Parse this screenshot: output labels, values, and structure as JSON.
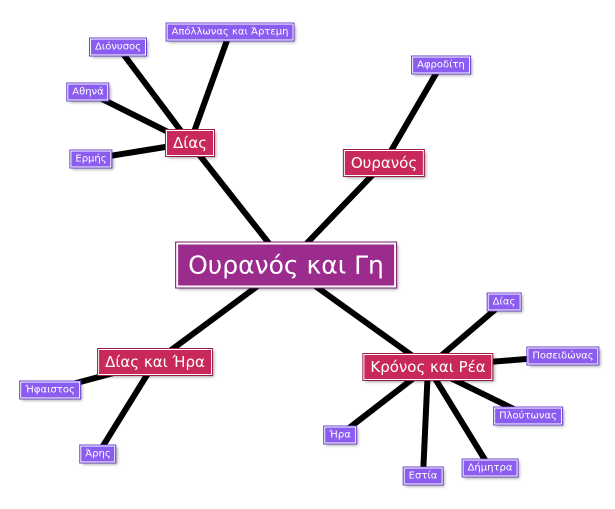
{
  "diagram": {
    "root": {
      "label": "Ουρανός και Γη"
    },
    "branches": [
      {
        "label": "Δίας",
        "children": [
          "Απόλλωνας και Άρτεμη",
          "Διόνυσος",
          "Αθηνά",
          "Ερμής"
        ]
      },
      {
        "label": "Ουρανός",
        "children": [
          "Αφροδίτη"
        ]
      },
      {
        "label": "Δίας και Ήρα",
        "children": [
          "Ήφαιστος",
          "Άρης"
        ]
      },
      {
        "label": "Κρόνος και Ρέα",
        "children": [
          "Δίας",
          "Ποσειδώνας",
          "Πλούτωνας",
          "Δήμητρα",
          "Εστία",
          "Ήρα"
        ]
      }
    ]
  },
  "colors": {
    "edge": "#000000",
    "root": "#9b2c8e",
    "branch": "#c8285a",
    "leaf": "#8a5cf0"
  }
}
